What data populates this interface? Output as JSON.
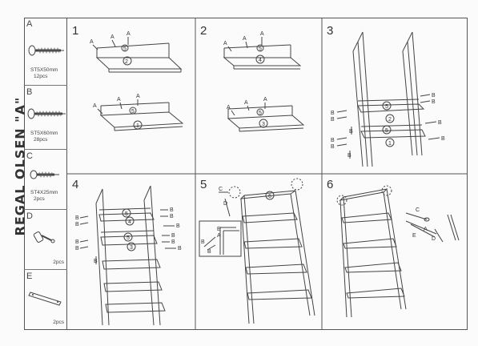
{
  "title": "REGAL OLSEN \"A\"",
  "parts": [
    {
      "letter": "A",
      "spec": "ST5X50mm",
      "qty": "12pcs"
    },
    {
      "letter": "B",
      "spec": "ST5X60mm",
      "qty": "28pcs"
    },
    {
      "letter": "C",
      "spec": "ST4X25mm",
      "qty": "2pcs"
    },
    {
      "letter": "D",
      "spec": "",
      "qty": "2pcs"
    },
    {
      "letter": "E",
      "spec": "",
      "qty": "2pcs"
    }
  ],
  "steps": [
    "1",
    "2",
    "3",
    "4",
    "5",
    "6"
  ],
  "labels": {
    "a": "A",
    "b": "B",
    "c": "C",
    "d": "D",
    "e": "E"
  },
  "shelf_numbers": [
    "1",
    "2",
    "3",
    "4",
    "5",
    "6"
  ]
}
